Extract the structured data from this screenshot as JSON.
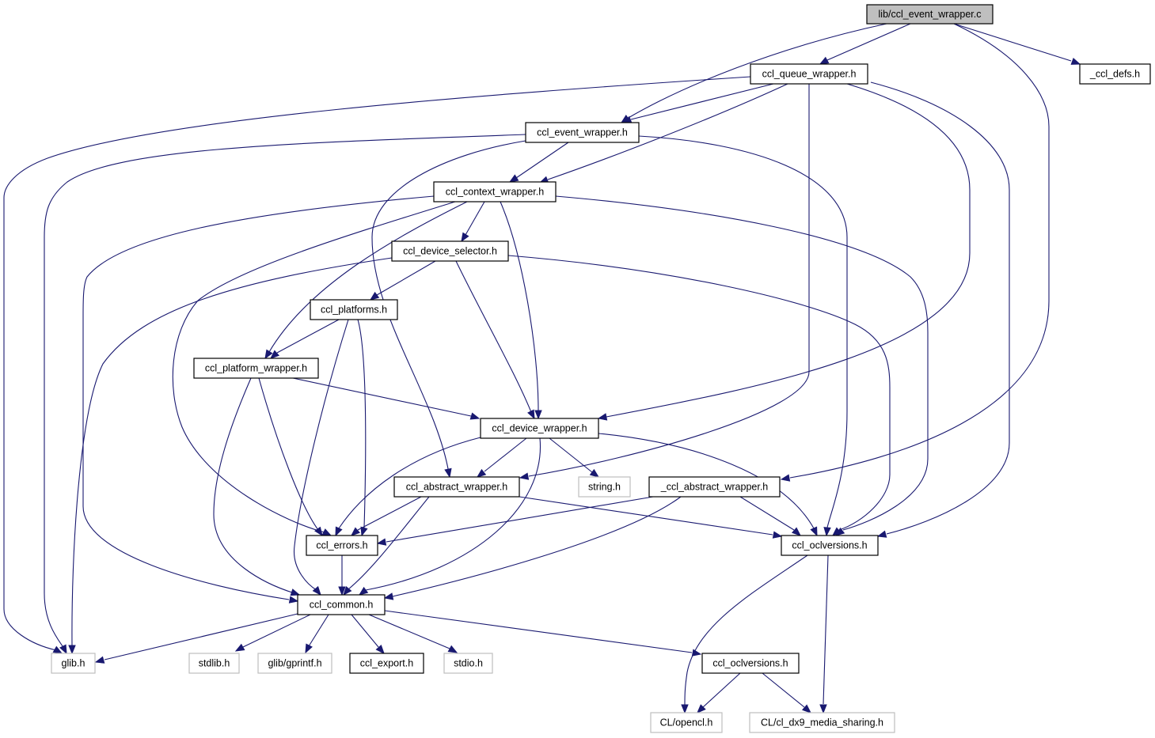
{
  "diagram": {
    "title": "lib/ccl_event_wrapper.c",
    "type": "include-dependency-graph",
    "colors": {
      "edge": "#191970",
      "root_fill": "#bfbfbf",
      "node_border": "#000000",
      "external_border": "#bfbfbf",
      "node_fill": "#ffffff"
    },
    "nodes": [
      {
        "id": "root",
        "label": "lib/ccl_event_wrapper.c",
        "kind": "root"
      },
      {
        "id": "queue",
        "label": "ccl_queue_wrapper.h",
        "kind": "internal"
      },
      {
        "id": "defs",
        "label": "_ccl_defs.h",
        "kind": "internal"
      },
      {
        "id": "event",
        "label": "ccl_event_wrapper.h",
        "kind": "internal"
      },
      {
        "id": "context",
        "label": "ccl_context_wrapper.h",
        "kind": "internal"
      },
      {
        "id": "selector",
        "label": "ccl_device_selector.h",
        "kind": "internal"
      },
      {
        "id": "platforms",
        "label": "ccl_platforms.h",
        "kind": "internal"
      },
      {
        "id": "platform",
        "label": "ccl_platform_wrapper.h",
        "kind": "internal"
      },
      {
        "id": "device",
        "label": "ccl_device_wrapper.h",
        "kind": "internal"
      },
      {
        "id": "abstract",
        "label": "ccl_abstract_wrapper.h",
        "kind": "internal"
      },
      {
        "id": "string",
        "label": "string.h",
        "kind": "external"
      },
      {
        "id": "_abstract",
        "label": "_ccl_abstract_wrapper.h",
        "kind": "internal"
      },
      {
        "id": "errors",
        "label": "ccl_errors.h",
        "kind": "internal"
      },
      {
        "id": "oclv1",
        "label": "ccl_oclversions.h",
        "kind": "internal"
      },
      {
        "id": "common",
        "label": "ccl_common.h",
        "kind": "internal"
      },
      {
        "id": "glib",
        "label": "glib.h",
        "kind": "external"
      },
      {
        "id": "stdlib",
        "label": "stdlib.h",
        "kind": "external"
      },
      {
        "id": "gprintf",
        "label": "glib/gprintf.h",
        "kind": "external"
      },
      {
        "id": "export",
        "label": "ccl_export.h",
        "kind": "internal"
      },
      {
        "id": "stdio",
        "label": "stdio.h",
        "kind": "external"
      },
      {
        "id": "oclv2",
        "label": "ccl_oclversions.h",
        "kind": "internal"
      },
      {
        "id": "opencl",
        "label": "CL/opencl.h",
        "kind": "external"
      },
      {
        "id": "dx9",
        "label": "CL/cl_dx9_media_sharing.h",
        "kind": "external"
      }
    ],
    "edges": [
      {
        "from": "root",
        "to": "queue"
      },
      {
        "from": "root",
        "to": "defs"
      },
      {
        "from": "root",
        "to": "event"
      },
      {
        "from": "root",
        "to": "_abstract"
      },
      {
        "from": "queue",
        "to": "event"
      },
      {
        "from": "queue",
        "to": "context"
      },
      {
        "from": "queue",
        "to": "device"
      },
      {
        "from": "queue",
        "to": "abstract"
      },
      {
        "from": "queue",
        "to": "oclv1"
      },
      {
        "from": "queue",
        "to": "glib"
      },
      {
        "from": "event",
        "to": "context"
      },
      {
        "from": "event",
        "to": "abstract"
      },
      {
        "from": "event",
        "to": "oclv1"
      },
      {
        "from": "event",
        "to": "glib"
      },
      {
        "from": "context",
        "to": "selector"
      },
      {
        "from": "context",
        "to": "platform"
      },
      {
        "from": "context",
        "to": "device"
      },
      {
        "from": "context",
        "to": "errors"
      },
      {
        "from": "context",
        "to": "common"
      },
      {
        "from": "context",
        "to": "oclv1"
      },
      {
        "from": "selector",
        "to": "platforms"
      },
      {
        "from": "selector",
        "to": "device"
      },
      {
        "from": "selector",
        "to": "glib"
      },
      {
        "from": "selector",
        "to": "oclv1"
      },
      {
        "from": "platforms",
        "to": "platform"
      },
      {
        "from": "platforms",
        "to": "errors"
      },
      {
        "from": "platforms",
        "to": "common"
      },
      {
        "from": "platform",
        "to": "device"
      },
      {
        "from": "platform",
        "to": "errors"
      },
      {
        "from": "platform",
        "to": "common"
      },
      {
        "from": "device",
        "to": "abstract"
      },
      {
        "from": "device",
        "to": "string"
      },
      {
        "from": "device",
        "to": "errors"
      },
      {
        "from": "device",
        "to": "common"
      },
      {
        "from": "device",
        "to": "oclv1"
      },
      {
        "from": "abstract",
        "to": "errors"
      },
      {
        "from": "abstract",
        "to": "common"
      },
      {
        "from": "abstract",
        "to": "oclv1"
      },
      {
        "from": "_abstract",
        "to": "errors"
      },
      {
        "from": "_abstract",
        "to": "common"
      },
      {
        "from": "_abstract",
        "to": "oclv1"
      },
      {
        "from": "errors",
        "to": "common"
      },
      {
        "from": "common",
        "to": "glib"
      },
      {
        "from": "common",
        "to": "stdlib"
      },
      {
        "from": "common",
        "to": "gprintf"
      },
      {
        "from": "common",
        "to": "export"
      },
      {
        "from": "common",
        "to": "stdio"
      },
      {
        "from": "common",
        "to": "oclv2"
      },
      {
        "from": "oclv1",
        "to": "opencl"
      },
      {
        "from": "oclv1",
        "to": "dx9"
      },
      {
        "from": "oclv2",
        "to": "opencl"
      },
      {
        "from": "oclv2",
        "to": "dx9"
      }
    ]
  }
}
